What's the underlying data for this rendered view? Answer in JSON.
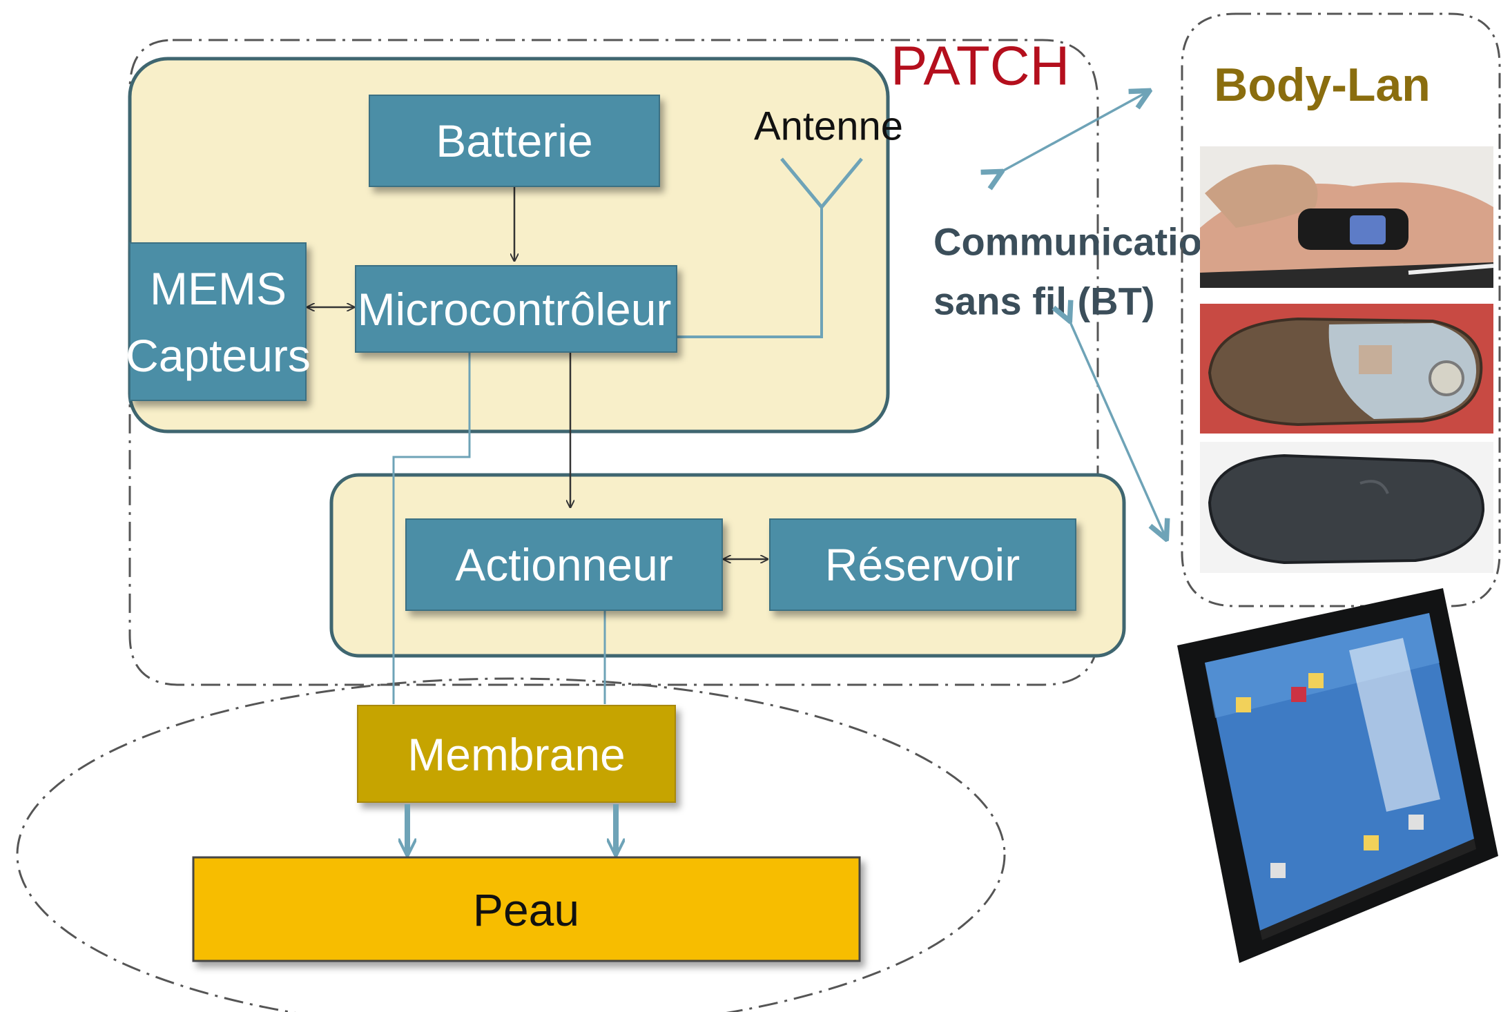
{
  "patch": {
    "label": "PATCH"
  },
  "blocks": {
    "batterie": "Batterie",
    "antenne": "Antenne",
    "mems_line1": "MEMS",
    "mems_line2": "Capteurs",
    "microcontroleur": "Microcontrôleur",
    "actionneur": "Actionneur",
    "reservoir": "Réservoir",
    "membrane": "Membrane",
    "peau": "Peau"
  },
  "wireless": {
    "line1": "Communication",
    "line2": "sans fil (BT)"
  },
  "bodylan": {
    "title": "Body-Lan"
  },
  "colors": {
    "block_fill": "#4b8ea6",
    "block_stroke": "#3a6f83",
    "panel_fill": "#f8efc9",
    "panel_stroke": "#3f6670",
    "patch_label": "#b40f1d",
    "bodylan_title": "#8a6d0e",
    "wireless_text": "#3b4e5a",
    "membrane_fill": "#c6a400",
    "peau_fill": "#f7bd00",
    "arrow": "#6ea3b7"
  }
}
